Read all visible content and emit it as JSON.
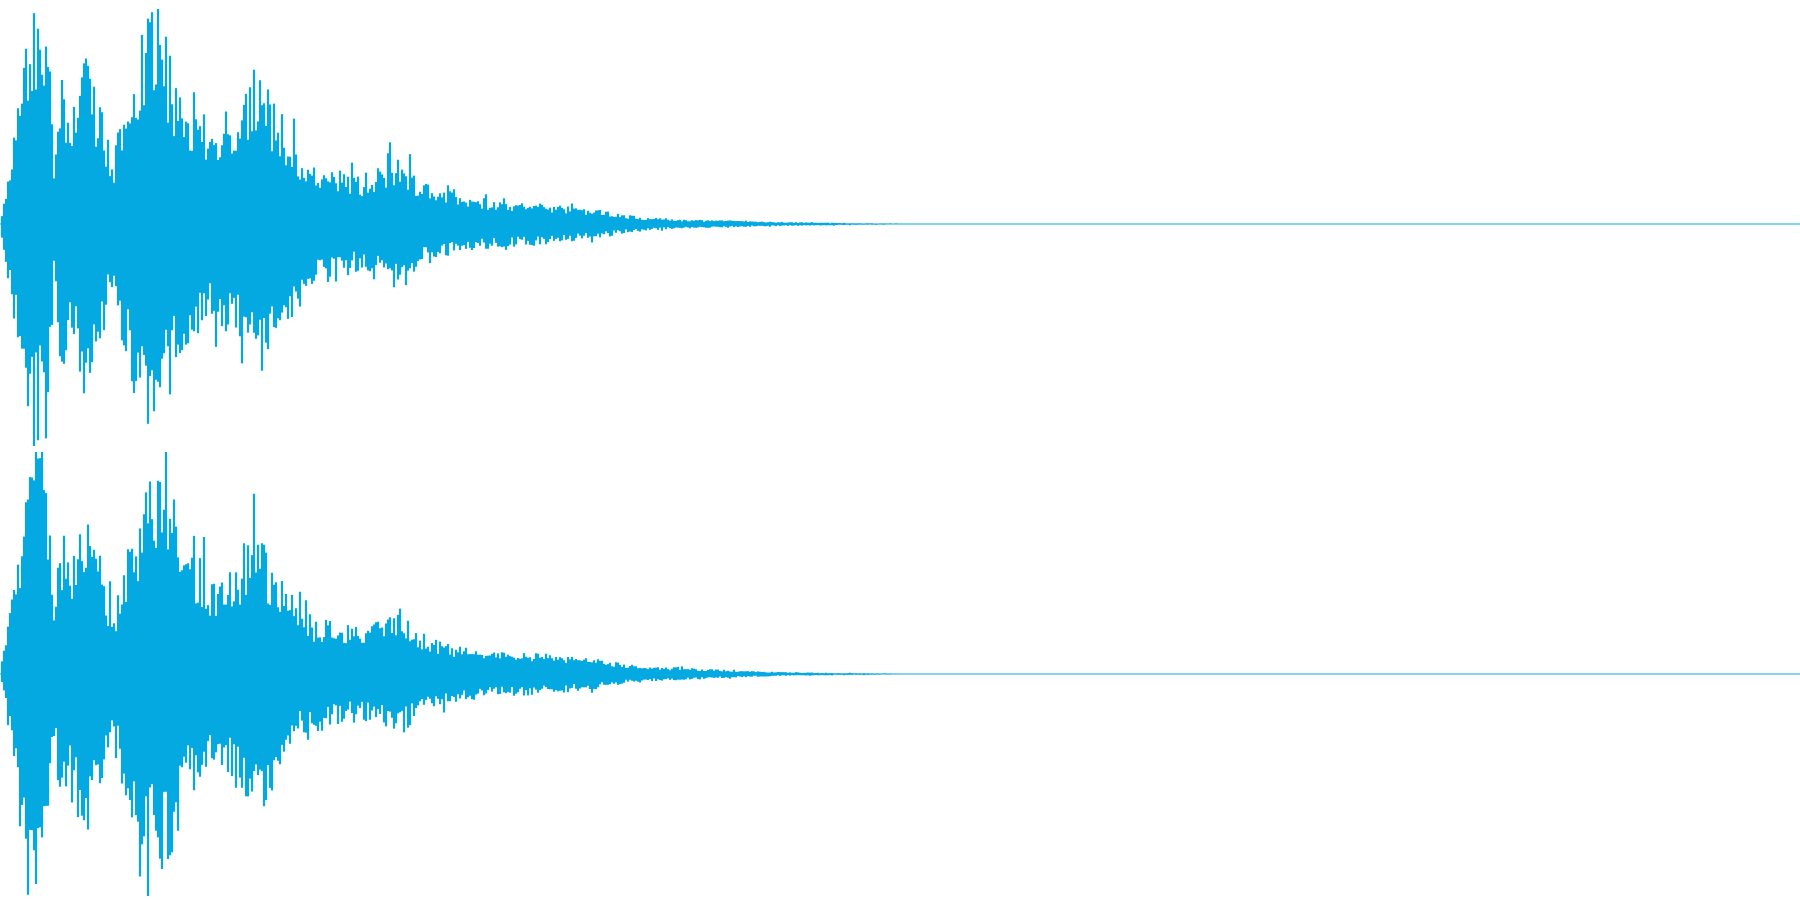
{
  "waveform": {
    "color": "#05a9e2",
    "background": "#ffffff",
    "channel_count": 2,
    "channels": [
      {
        "envelope": [
          [
            0.0,
            0.0
          ],
          [
            0.008,
            0.45
          ],
          [
            0.014,
            0.9
          ],
          [
            0.02,
            0.98
          ],
          [
            0.026,
            1.0
          ],
          [
            0.03,
            0.3
          ],
          [
            0.034,
            0.7
          ],
          [
            0.038,
            0.55
          ],
          [
            0.042,
            0.62
          ],
          [
            0.047,
            0.82
          ],
          [
            0.051,
            0.65
          ],
          [
            0.055,
            0.58
          ],
          [
            0.06,
            0.4
          ],
          [
            0.063,
            0.28
          ],
          [
            0.068,
            0.55
          ],
          [
            0.074,
            0.75
          ],
          [
            0.08,
            0.92
          ],
          [
            0.085,
            0.98
          ],
          [
            0.089,
            0.97
          ],
          [
            0.094,
            0.8
          ],
          [
            0.098,
            0.65
          ],
          [
            0.104,
            0.55
          ],
          [
            0.11,
            0.58
          ],
          [
            0.116,
            0.48
          ],
          [
            0.12,
            0.46
          ],
          [
            0.125,
            0.5
          ],
          [
            0.13,
            0.46
          ],
          [
            0.136,
            0.6
          ],
          [
            0.142,
            0.75
          ],
          [
            0.148,
            0.62
          ],
          [
            0.155,
            0.52
          ],
          [
            0.162,
            0.44
          ],
          [
            0.168,
            0.32
          ],
          [
            0.172,
            0.28
          ],
          [
            0.18,
            0.27
          ],
          [
            0.19,
            0.24
          ],
          [
            0.2,
            0.22
          ],
          [
            0.21,
            0.26
          ],
          [
            0.222,
            0.33
          ],
          [
            0.232,
            0.2
          ],
          [
            0.245,
            0.16
          ],
          [
            0.26,
            0.13
          ],
          [
            0.275,
            0.11
          ],
          [
            0.29,
            0.1
          ],
          [
            0.305,
            0.09
          ],
          [
            0.318,
            0.08
          ],
          [
            0.33,
            0.07
          ],
          [
            0.345,
            0.045
          ],
          [
            0.36,
            0.03
          ],
          [
            0.375,
            0.022
          ],
          [
            0.395,
            0.018
          ],
          [
            0.41,
            0.014
          ],
          [
            0.43,
            0.01
          ],
          [
            0.455,
            0.007
          ],
          [
            0.48,
            0.004
          ],
          [
            0.505,
            0.002
          ],
          [
            0.54,
            0.0
          ],
          [
            1.0,
            0.0
          ]
        ]
      },
      {
        "envelope": [
          [
            0.0,
            0.0
          ],
          [
            0.008,
            0.45
          ],
          [
            0.014,
            0.92
          ],
          [
            0.02,
            0.98
          ],
          [
            0.026,
            1.0
          ],
          [
            0.03,
            0.3
          ],
          [
            0.034,
            0.68
          ],
          [
            0.038,
            0.55
          ],
          [
            0.042,
            0.63
          ],
          [
            0.047,
            0.8
          ],
          [
            0.051,
            0.64
          ],
          [
            0.055,
            0.57
          ],
          [
            0.06,
            0.38
          ],
          [
            0.063,
            0.27
          ],
          [
            0.068,
            0.52
          ],
          [
            0.074,
            0.7
          ],
          [
            0.08,
            0.82
          ],
          [
            0.085,
            0.9
          ],
          [
            0.09,
            0.98
          ],
          [
            0.095,
            0.85
          ],
          [
            0.1,
            0.66
          ],
          [
            0.106,
            0.55
          ],
          [
            0.112,
            0.52
          ],
          [
            0.118,
            0.46
          ],
          [
            0.124,
            0.48
          ],
          [
            0.13,
            0.5
          ],
          [
            0.136,
            0.62
          ],
          [
            0.142,
            0.72
          ],
          [
            0.148,
            0.58
          ],
          [
            0.155,
            0.45
          ],
          [
            0.162,
            0.37
          ],
          [
            0.168,
            0.28
          ],
          [
            0.172,
            0.26
          ],
          [
            0.18,
            0.26
          ],
          [
            0.19,
            0.23
          ],
          [
            0.2,
            0.22
          ],
          [
            0.21,
            0.24
          ],
          [
            0.222,
            0.3
          ],
          [
            0.232,
            0.18
          ],
          [
            0.245,
            0.15
          ],
          [
            0.26,
            0.12
          ],
          [
            0.275,
            0.1
          ],
          [
            0.29,
            0.1
          ],
          [
            0.305,
            0.09
          ],
          [
            0.318,
            0.08
          ],
          [
            0.33,
            0.07
          ],
          [
            0.345,
            0.05
          ],
          [
            0.36,
            0.035
          ],
          [
            0.375,
            0.03
          ],
          [
            0.395,
            0.022
          ],
          [
            0.41,
            0.016
          ],
          [
            0.43,
            0.01
          ],
          [
            0.455,
            0.006
          ],
          [
            0.48,
            0.004
          ],
          [
            0.505,
            0.002
          ],
          [
            0.54,
            0.0
          ],
          [
            1.0,
            0.0
          ]
        ]
      }
    ]
  }
}
